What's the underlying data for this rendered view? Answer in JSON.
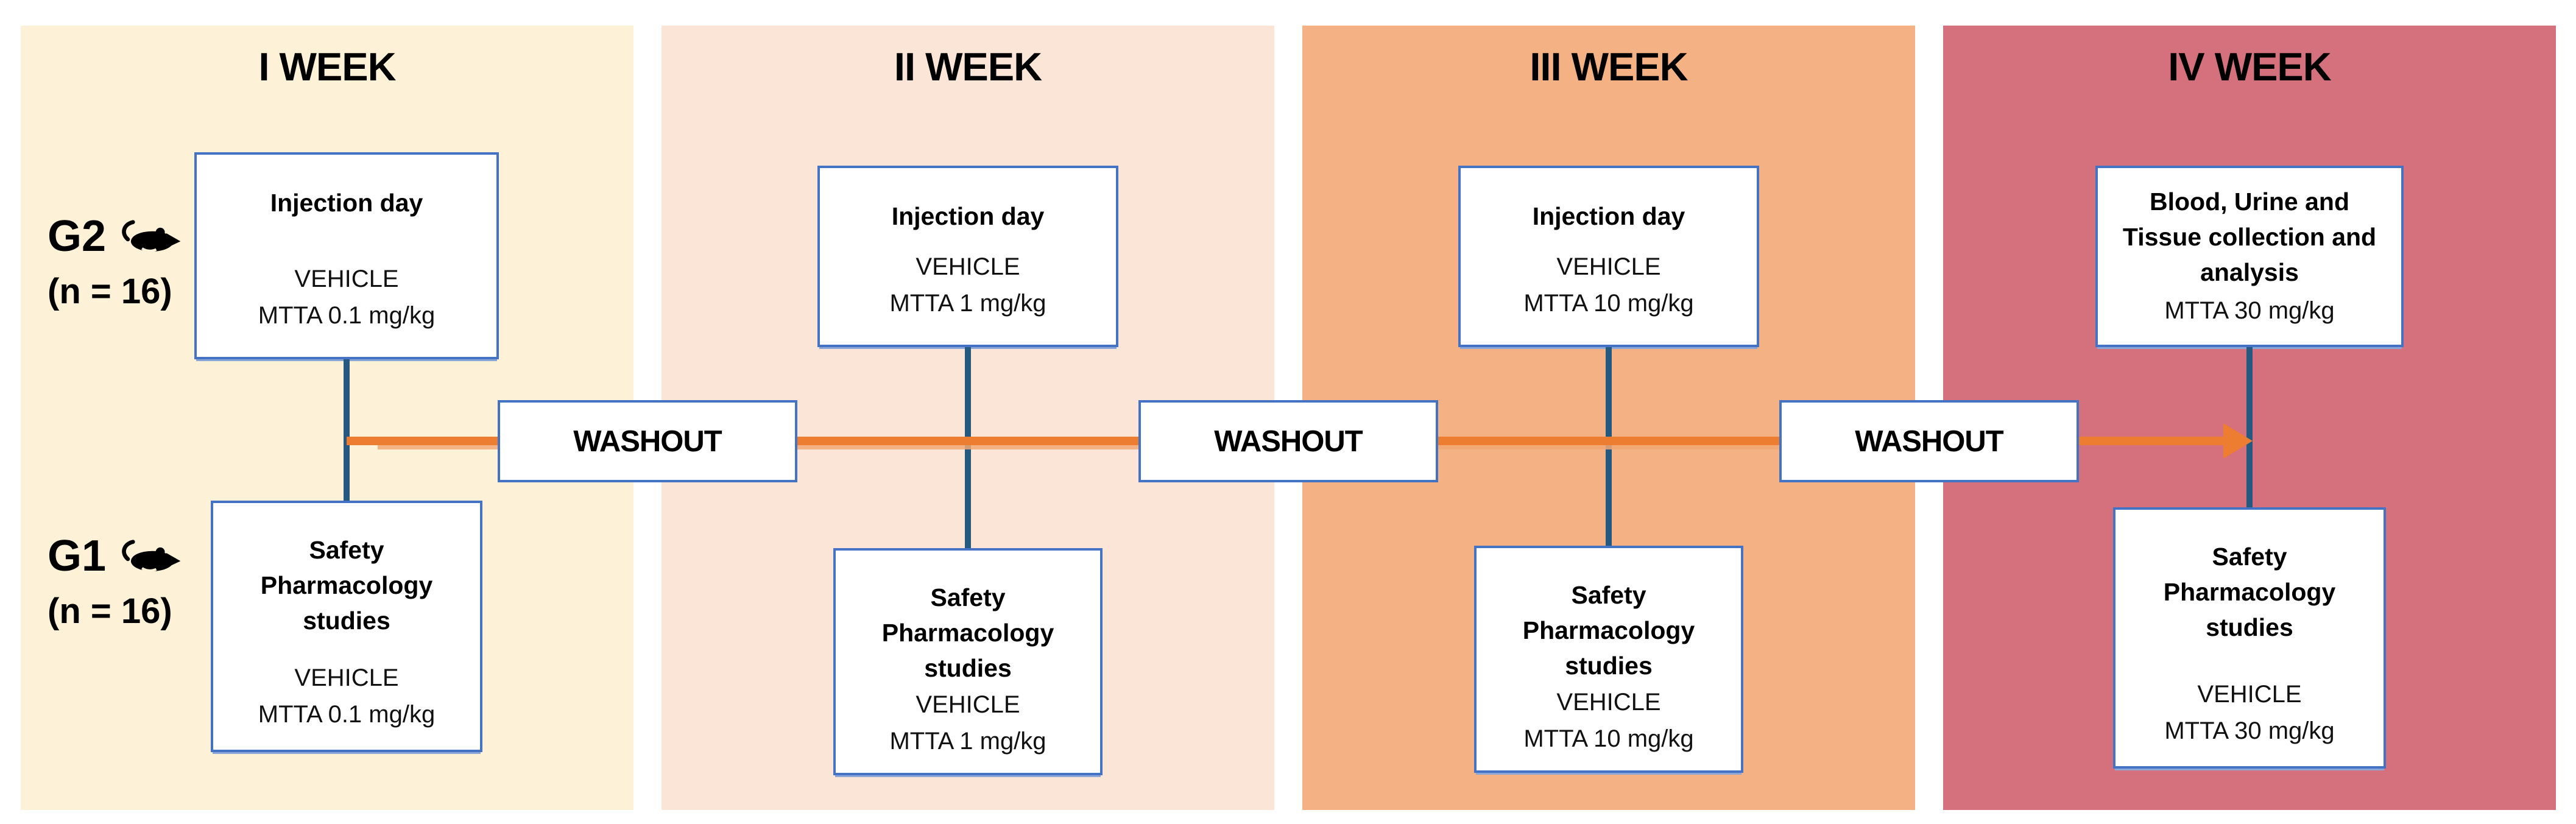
{
  "weeks": [
    {
      "title": "I WEEK",
      "panel_bg": "#FDF2D7",
      "upper_box": {
        "heading": "Injection day",
        "lines": [
          "VEHICLE",
          "MTTA 0.1 mg/kg"
        ]
      },
      "lower_box": {
        "heading": "Safety Pharmacology studies",
        "lines": [
          "VEHICLE",
          "MTTA 0.1 mg/kg"
        ]
      }
    },
    {
      "title": "II WEEK",
      "panel_bg": "#FBE5D6",
      "upper_box": {
        "heading": "Injection day",
        "lines": [
          "VEHICLE",
          "MTTA 1 mg/kg"
        ]
      },
      "lower_box": {
        "heading": "Safety Pharmacology studies",
        "lines": [
          "VEHICLE",
          "MTTA 1 mg/kg"
        ]
      }
    },
    {
      "title": "III WEEK",
      "panel_bg": "#F4B183",
      "upper_box": {
        "heading": "Injection day",
        "lines": [
          "VEHICLE",
          "MTTA 10 mg/kg"
        ]
      },
      "lower_box": {
        "heading": "Safety Pharmacology studies",
        "lines": [
          "VEHICLE",
          "MTTA 10 mg/kg"
        ]
      }
    },
    {
      "title": "IV WEEK",
      "panel_bg": "#D4717C",
      "upper_box": {
        "heading": "Blood, Urine and Tissue collection and analysis",
        "lines": [
          "MTTA 30 mg/kg"
        ]
      },
      "lower_box": {
        "heading": "Safety Pharmacology studies",
        "lines": [
          "VEHICLE",
          "MTTA 30 mg/kg"
        ]
      }
    }
  ],
  "washouts": [
    "WASHOUT",
    "WASHOUT",
    "WASHOUT"
  ],
  "groups": [
    {
      "id": "G2",
      "n": "(n = 16)",
      "row": "upper"
    },
    {
      "id": "G1",
      "n": "(n = 16)",
      "row": "lower"
    }
  ],
  "colors": {
    "box_border": "#4472C4",
    "timeline": "#ED7D31",
    "timeline_halo": "#F2A873",
    "connector": "#25597F",
    "text": "#000000",
    "panel_1_bg": "#FDF2D7",
    "panel_2_bg": "#FBE5D6",
    "panel_3_bg": "#F4B183",
    "panel_4_bg": "#D4717C"
  }
}
